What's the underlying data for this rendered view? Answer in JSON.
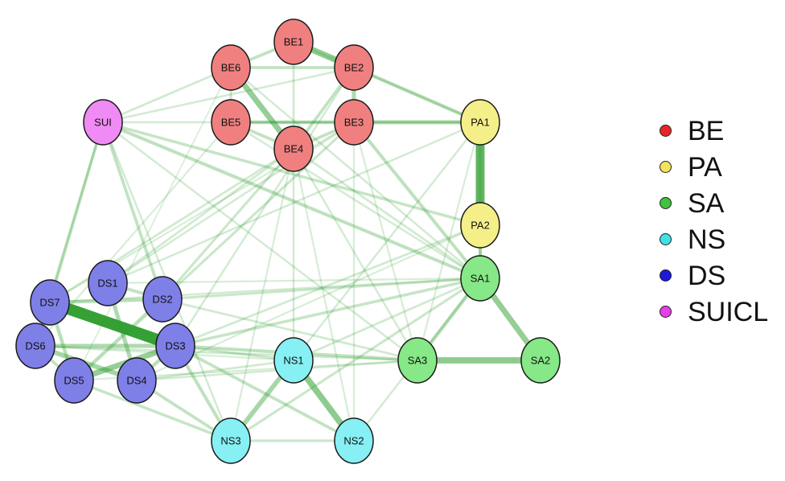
{
  "groups": [
    {
      "key": "BE",
      "label": "BE",
      "legend_color": "#e8252a",
      "node_color": "#f08080"
    },
    {
      "key": "PA",
      "label": "PA",
      "legend_color": "#f2e35a",
      "node_color": "#f5ef8a"
    },
    {
      "key": "SA",
      "label": "SA",
      "legend_color": "#3ec43e",
      "node_color": "#86e886"
    },
    {
      "key": "NS",
      "label": "NS",
      "legend_color": "#3fe0e8",
      "node_color": "#86f0f4"
    },
    {
      "key": "DS",
      "label": "DS",
      "legend_color": "#1a1ad8",
      "node_color": "#7f7fe8"
    },
    {
      "key": "SUI",
      "label": "SUICL",
      "legend_color": "#e83ee8",
      "node_color": "#f08af4"
    }
  ],
  "nodes": [
    {
      "id": "BE1",
      "label": "BE1",
      "group": "BE"
    },
    {
      "id": "BE2",
      "label": "BE2",
      "group": "BE"
    },
    {
      "id": "BE3",
      "label": "BE3",
      "group": "BE"
    },
    {
      "id": "BE4",
      "label": "BE4",
      "group": "BE"
    },
    {
      "id": "BE5",
      "label": "BE5",
      "group": "BE"
    },
    {
      "id": "BE6",
      "label": "BE6",
      "group": "BE"
    },
    {
      "id": "SUI",
      "label": "SUI",
      "group": "SUI"
    },
    {
      "id": "PA1",
      "label": "PA1",
      "group": "PA"
    },
    {
      "id": "PA2",
      "label": "PA2",
      "group": "PA"
    },
    {
      "id": "SA1",
      "label": "SA1",
      "group": "SA"
    },
    {
      "id": "SA2",
      "label": "SA2",
      "group": "SA"
    },
    {
      "id": "SA3",
      "label": "SA3",
      "group": "SA"
    },
    {
      "id": "NS1",
      "label": "NS1",
      "group": "NS"
    },
    {
      "id": "NS2",
      "label": "NS2",
      "group": "NS"
    },
    {
      "id": "NS3",
      "label": "NS3",
      "group": "NS"
    },
    {
      "id": "DS1",
      "label": "DS1",
      "group": "DS"
    },
    {
      "id": "DS2",
      "label": "DS2",
      "group": "DS"
    },
    {
      "id": "DS3",
      "label": "DS3",
      "group": "DS"
    },
    {
      "id": "DS4",
      "label": "DS4",
      "group": "DS"
    },
    {
      "id": "DS5",
      "label": "DS5",
      "group": "DS"
    },
    {
      "id": "DS6",
      "label": "DS6",
      "group": "DS"
    },
    {
      "id": "DS7",
      "label": "DS7",
      "group": "DS"
    }
  ],
  "edges": [
    {
      "source": "DS7",
      "target": "DS3",
      "weight": 1.0
    },
    {
      "source": "PA1",
      "target": "PA2",
      "weight": 0.75
    },
    {
      "source": "BE1",
      "target": "BE2",
      "weight": 0.5
    },
    {
      "source": "BE6",
      "target": "BE4",
      "weight": 0.45
    },
    {
      "source": "SA3",
      "target": "SA2",
      "weight": 0.5
    },
    {
      "source": "SA1",
      "target": "SA2",
      "weight": 0.45
    },
    {
      "source": "NS1",
      "target": "NS2",
      "weight": 0.5
    },
    {
      "source": "NS1",
      "target": "NS3",
      "weight": 0.35
    },
    {
      "source": "DS5",
      "target": "DS3",
      "weight": 0.45
    },
    {
      "source": "DS6",
      "target": "DS3",
      "weight": 0.3
    },
    {
      "source": "DS6",
      "target": "DS4",
      "weight": 0.35
    },
    {
      "source": "DS7",
      "target": "DS2",
      "weight": 0.25
    },
    {
      "source": "DS1",
      "target": "DS4",
      "weight": 0.3
    },
    {
      "source": "DS5",
      "target": "DS2",
      "weight": 0.25
    },
    {
      "source": "DS7",
      "target": "DS5",
      "weight": 0.25
    },
    {
      "source": "DS1",
      "target": "DS2",
      "weight": 0.2
    },
    {
      "source": "DS3",
      "target": "DS4",
      "weight": 0.25
    },
    {
      "source": "DS6",
      "target": "DS5",
      "weight": 0.2
    },
    {
      "source": "DS7",
      "target": "DS6",
      "weight": 0.2
    },
    {
      "source": "BE2",
      "target": "BE3",
      "weight": 0.3
    },
    {
      "source": "BE3",
      "target": "PA1",
      "weight": 0.3
    },
    {
      "source": "BE2",
      "target": "PA1",
      "weight": 0.25
    },
    {
      "source": "BE5",
      "target": "BE3",
      "weight": 0.25
    },
    {
      "source": "BE6",
      "target": "BE1",
      "weight": 0.2
    },
    {
      "source": "BE6",
      "target": "BE2",
      "weight": 0.2
    },
    {
      "source": "BE5",
      "target": "BE4",
      "weight": 0.2
    },
    {
      "source": "BE4",
      "target": "BE2",
      "weight": 0.2
    },
    {
      "source": "BE3",
      "target": "BE4",
      "weight": 0.2
    },
    {
      "source": "BE6",
      "target": "BE5",
      "weight": 0.15
    },
    {
      "source": "BE4",
      "target": "BE1",
      "weight": 0.12
    },
    {
      "source": "SA1",
      "target": "SA3",
      "weight": 0.25
    },
    {
      "source": "PA1",
      "target": "SA1",
      "weight": 0.2
    },
    {
      "source": "PA2",
      "target": "SA1",
      "weight": 0.2
    },
    {
      "source": "BE3",
      "target": "SA1",
      "weight": 0.22
    },
    {
      "source": "SUI",
      "target": "SA1",
      "weight": 0.22
    },
    {
      "source": "SUI",
      "target": "PA2",
      "weight": 0.18
    },
    {
      "source": "SUI",
      "target": "DS2",
      "weight": 0.2
    },
    {
      "source": "SUI",
      "target": "DS7",
      "weight": 0.18
    },
    {
      "source": "SUI",
      "target": "DS6",
      "weight": 0.15
    },
    {
      "source": "SUI",
      "target": "BE6",
      "weight": 0.12
    },
    {
      "source": "SUI",
      "target": "BE2",
      "weight": 0.1
    },
    {
      "source": "SUI",
      "target": "PA1",
      "weight": 0.1
    },
    {
      "source": "SUI",
      "target": "SA3",
      "weight": 0.1
    },
    {
      "source": "SUI",
      "target": "NS3",
      "weight": 0.1
    },
    {
      "source": "DS3",
      "target": "SA3",
      "weight": 0.22
    },
    {
      "source": "DS3",
      "target": "NS3",
      "weight": 0.22
    },
    {
      "source": "DS3",
      "target": "NS2",
      "weight": 0.2
    },
    {
      "source": "DS3",
      "target": "NS1",
      "weight": 0.15
    },
    {
      "source": "DS3",
      "target": "SA1",
      "weight": 0.18
    },
    {
      "source": "DS2",
      "target": "SA1",
      "weight": 0.15
    },
    {
      "source": "DS2",
      "target": "BE3",
      "weight": 0.15
    },
    {
      "source": "DS2",
      "target": "BE4",
      "weight": 0.15
    },
    {
      "source": "DS1",
      "target": "BE4",
      "weight": 0.12
    },
    {
      "source": "DS7",
      "target": "BE4",
      "weight": 0.12
    },
    {
      "source": "DS4",
      "target": "NS3",
      "weight": 0.2
    },
    {
      "source": "DS5",
      "target": "NS3",
      "weight": 0.18
    },
    {
      "source": "DS4",
      "target": "NS1",
      "weight": 0.12
    },
    {
      "source": "DS6",
      "target": "SA3",
      "weight": 0.12
    },
    {
      "source": "DS2",
      "target": "SA3",
      "weight": 0.12
    },
    {
      "source": "DS3",
      "target": "PA2",
      "weight": 0.12
    },
    {
      "source": "DS1",
      "target": "PA1",
      "weight": 0.1
    },
    {
      "source": "DS3",
      "target": "BE2",
      "weight": 0.1
    },
    {
      "source": "DS1",
      "target": "BE3",
      "weight": 0.1
    },
    {
      "source": "DS7",
      "target": "SA1",
      "weight": 0.1
    },
    {
      "source": "NS3",
      "target": "SA1",
      "weight": 0.15
    },
    {
      "source": "NS3",
      "target": "NS2",
      "weight": 0.15
    },
    {
      "source": "NS2",
      "target": "SA1",
      "weight": 0.1
    },
    {
      "source": "NS1",
      "target": "SA1",
      "weight": 0.12
    },
    {
      "source": "NS1",
      "target": "BE4",
      "weight": 0.1
    },
    {
      "source": "NS1",
      "target": "PA1",
      "weight": 0.1
    },
    {
      "source": "NS2",
      "target": "BE3",
      "weight": 0.08
    },
    {
      "source": "NS3",
      "target": "BE4",
      "weight": 0.08
    },
    {
      "source": "BE4",
      "target": "SA1",
      "weight": 0.12
    },
    {
      "source": "BE5",
      "target": "SA1",
      "weight": 0.1
    },
    {
      "source": "BE6",
      "target": "SA1",
      "weight": 0.1
    },
    {
      "source": "BE1",
      "target": "PA1",
      "weight": 0.1
    },
    {
      "source": "BE4",
      "target": "SA3",
      "weight": 0.1
    },
    {
      "source": "BE3",
      "target": "SA3",
      "weight": 0.08
    },
    {
      "source": "BE5",
      "target": "PA1",
      "weight": 0.08
    },
    {
      "source": "BE4",
      "target": "NS2",
      "weight": 0.08
    },
    {
      "source": "PA1",
      "target": "SA3",
      "weight": 0.08
    },
    {
      "source": "DS1",
      "target": "SA1",
      "weight": 0.08
    },
    {
      "source": "DS5",
      "target": "SA3",
      "weight": 0.08
    },
    {
      "source": "DS4",
      "target": "SA3",
      "weight": 0.1
    },
    {
      "source": "DS6",
      "target": "NS1",
      "weight": 0.08
    },
    {
      "source": "DS6",
      "target": "BE5",
      "weight": 0.08
    },
    {
      "source": "DS5",
      "target": "BE6",
      "weight": 0.06
    },
    {
      "source": "DS4",
      "target": "PA2",
      "weight": 0.08
    },
    {
      "source": "DS7",
      "target": "BE3",
      "weight": 0.08
    }
  ],
  "colors": {
    "node_stroke": "#1a1a1a",
    "edge_color": "#2e9e2e"
  }
}
